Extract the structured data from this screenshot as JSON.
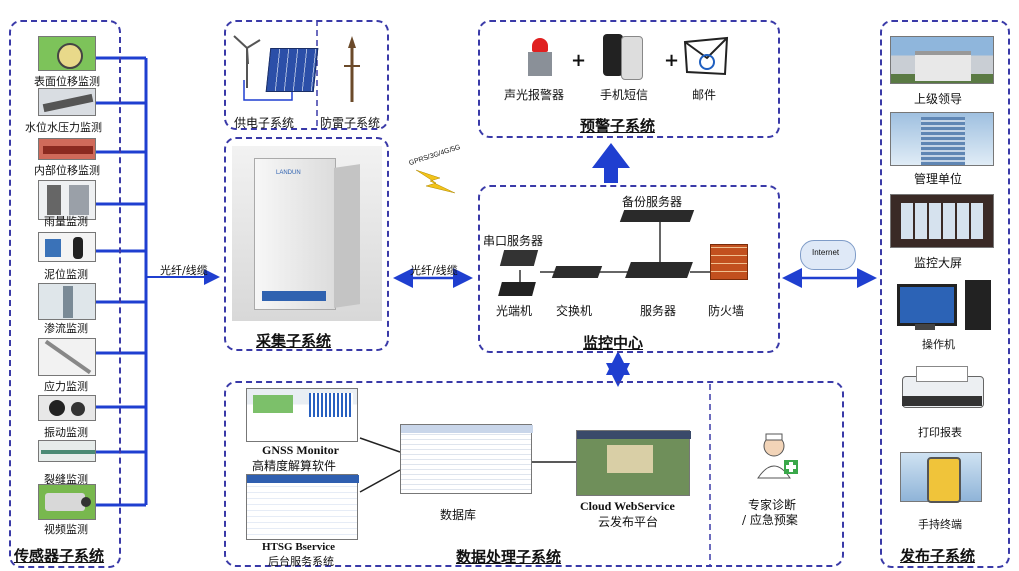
{
  "sensor": {
    "title": "传感器子系统",
    "items": [
      "表面位移监测",
      "水位水压力监测",
      "内部位移监测",
      "雨量监测",
      "泥位监测",
      "渗流监测",
      "应力监测",
      "振动监测",
      "裂缝监测",
      "视频监测"
    ]
  },
  "power": {
    "supply_label": "供电子系统",
    "lightning_label": "防雷子系统"
  },
  "collection": {
    "title": "采集子系统",
    "device_text": "LANDUN"
  },
  "link": {
    "left_label": "光纤/线缆",
    "mid_label": "光纤/线缆",
    "wireless_label": "GPRS/3G/4G/5G",
    "internet_label": "Internet"
  },
  "warning": {
    "title": "预警子系统",
    "items": [
      "声光报警器",
      "手机短信",
      "邮件"
    ],
    "plus": "+"
  },
  "monitor": {
    "title": "监控中心",
    "backup_server": "备份服务器",
    "serial_server": "串口服务器",
    "optical": "光端机",
    "switch": "交换机",
    "server": "服务器",
    "firewall": "防火墙"
  },
  "processing": {
    "title": "数据处理子系统",
    "gnss_en": "GNSS Monitor",
    "gnss_cn": "高精度解算软件",
    "htsg_en": "HTSG Bservice",
    "htsg_cn": "后台服务系统",
    "database": "数据库",
    "cloud_en": "Cloud WebService",
    "cloud_cn": "云发布平台",
    "expert_1": "专家诊断",
    "expert_2": "/ 应急预案"
  },
  "publish": {
    "title": "发布子系统",
    "items": [
      "上级领导",
      "管理单位",
      "监控大屏",
      "操作机",
      "打印报表",
      "手持终端"
    ]
  },
  "colors": {
    "frame": "#3a3aa8",
    "link": "#1f3fd0",
    "arrow": "#1f3fd0"
  }
}
